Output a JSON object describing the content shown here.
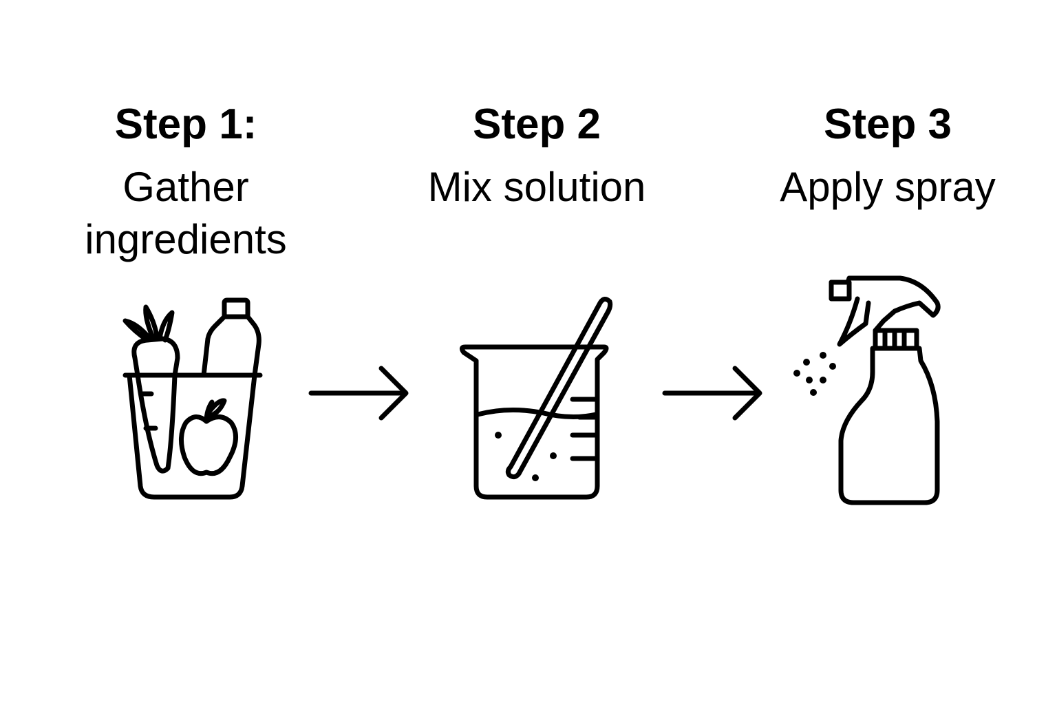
{
  "steps": [
    {
      "label": "Step 1:",
      "description": "Gather\ningredients",
      "icon": "basket-icon"
    },
    {
      "label": "Step 2",
      "description": "Mix solution",
      "icon": "beaker-icon"
    },
    {
      "label": "Step 3",
      "description": "Apply spray",
      "icon": "spray-bottle-icon"
    }
  ],
  "connectors": [
    "arrow-right-icon",
    "arrow-right-icon"
  ],
  "colors": {
    "stroke": "#000000",
    "background": "#ffffff"
  }
}
